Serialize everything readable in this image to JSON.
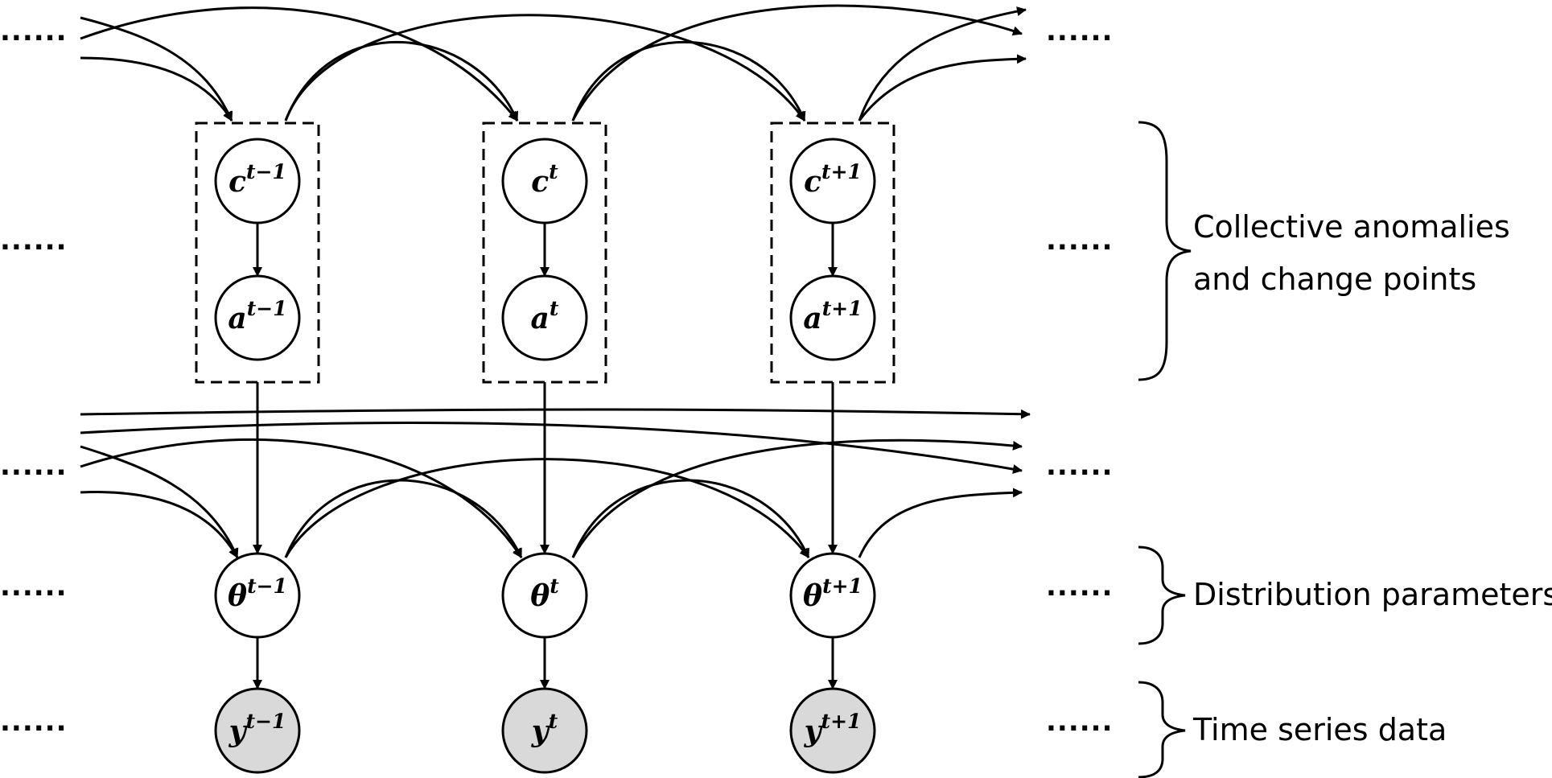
{
  "ellipsis": "......",
  "groups": {
    "anomalies": "Collective anomalies\nand change points",
    "params": "Distribution parameters",
    "data": "Time series data"
  },
  "columns": [
    {
      "c": "c",
      "a": "a",
      "theta": "θ",
      "y": "y",
      "sup": "t−1"
    },
    {
      "c": "c",
      "a": "a",
      "theta": "θ",
      "y": "y",
      "sup": "t"
    },
    {
      "c": "c",
      "a": "a",
      "theta": "θ",
      "y": "y",
      "sup": "t+1"
    }
  ],
  "colors": {
    "stroke": "#000000",
    "observed_fill": "#d9d9d9",
    "latent_fill": "#ffffff"
  }
}
